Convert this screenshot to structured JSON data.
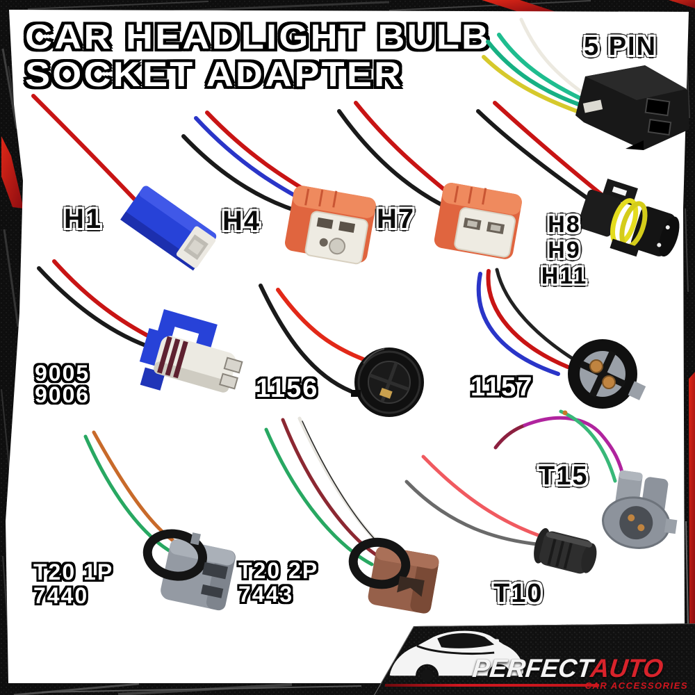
{
  "header": {
    "title_line1": "CAR HEADLIGHT BULB",
    "title_line2": "SOCKET ADAPTER"
  },
  "products": [
    {
      "name": "5-pin-relay-socket",
      "label_lines": [
        "5 PIN"
      ],
      "body_color": "#1a1a1a",
      "wire_colors": [
        "#ece9e0",
        "#1fbd8f",
        "#17b083",
        "#d6c92c"
      ]
    },
    {
      "name": "h1-socket",
      "label_lines": [
        "H1"
      ],
      "body_color": "#2742d8",
      "wire_colors": [
        "#c81414"
      ]
    },
    {
      "name": "h4-socket",
      "label_lines": [
        "H4"
      ],
      "body_color": "#e0653f",
      "wire_colors": [
        "#1a1a1a",
        "#2a35c8",
        "#c81414"
      ]
    },
    {
      "name": "h7-socket",
      "label_lines": [
        "H7"
      ],
      "body_color": "#e0653f",
      "wire_colors": [
        "#1a1a1a",
        "#c81414"
      ]
    },
    {
      "name": "h8-h9-h11-socket",
      "label_lines": [
        "H8",
        "H9",
        "H11"
      ],
      "body_color": "#141414",
      "seal_color": "#e4dc1e",
      "wire_colors": [
        "#1a1a1a",
        "#c81414"
      ]
    },
    {
      "name": "9005-9006-socket",
      "label_lines": [
        "9005",
        "9006"
      ],
      "body_color": "#2742d8",
      "wire_colors": [
        "#1a1a1a",
        "#c81414"
      ]
    },
    {
      "name": "1156-socket",
      "label_lines": [
        "1156"
      ],
      "body_color": "#101010",
      "wire_colors": [
        "#1a1a1a",
        "#e22818"
      ]
    },
    {
      "name": "1157-socket",
      "label_lines": [
        "1157"
      ],
      "body_color": "#101010",
      "wire_colors": [
        "#2a35c8",
        "#c81414",
        "#222222"
      ]
    },
    {
      "name": "t20-1p-7440-socket",
      "label_lines": [
        "T20 1P",
        "7440"
      ],
      "body_color": "#949aa3",
      "wire_colors": [
        "#28a862",
        "#c86a2a"
      ]
    },
    {
      "name": "t20-2p-7443-socket",
      "label_lines": [
        "T20 2P",
        "7443"
      ],
      "body_color": "#96604a",
      "wire_colors": [
        "#28a862",
        "#8c2832",
        "#e6e4de",
        "#222222"
      ]
    },
    {
      "name": "t10-socket",
      "label_lines": [
        "T10"
      ],
      "body_color": "#2e2e2e",
      "wire_colors": [
        "#6a6a6a",
        "#f05a60"
      ]
    },
    {
      "name": "t15-socket",
      "label_lines": [
        "T15"
      ],
      "body_color": "#9aa0a8",
      "wire_colors": [
        "#b0249e",
        "#38b878"
      ]
    }
  ],
  "logo": {
    "brand_primary": "PERFECT",
    "brand_secondary": "AUTO",
    "tagline": "CAR ACCESSORIES"
  },
  "colors": {
    "accent_red": "#c4161c",
    "frame_black": "#0e0e0e",
    "label_light": "#ffffff",
    "label_dark": "#0b0b0b"
  }
}
